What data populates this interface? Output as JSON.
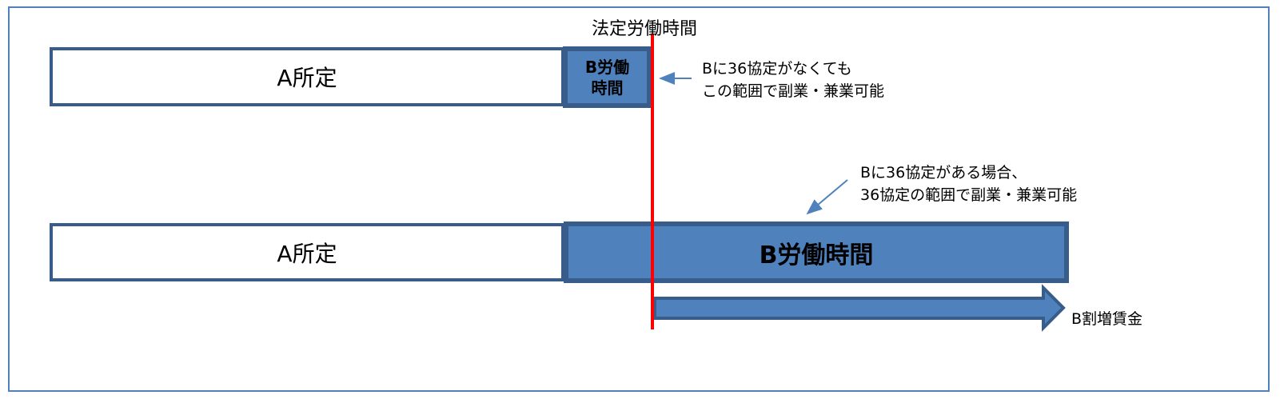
{
  "legal_hours_label": "法定労働時間",
  "row1": {
    "a_label": "A所定",
    "b_label_line1": "B労働",
    "b_label_line2": "時間",
    "note_line1": "Bに36協定がなくても",
    "note_line2": "この範囲で副業・兼業可能"
  },
  "row2": {
    "a_label": "A所定",
    "b_label": "B労働時間",
    "note_line1": "Bに36協定がある場合、",
    "note_line2": "36協定の範囲で副業・兼業可能",
    "overtime_label": "B割増賃金"
  },
  "colors": {
    "fill": "#4f81bd",
    "stroke": "#385d8a",
    "red": "#ff0000"
  }
}
